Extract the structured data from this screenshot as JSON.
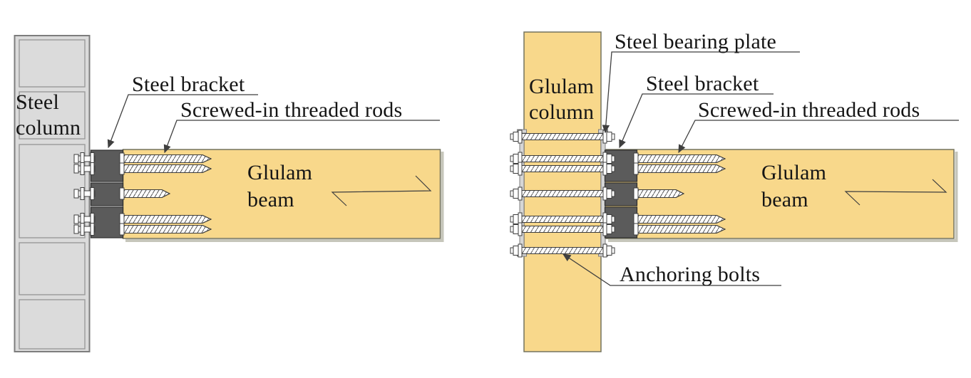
{
  "colors": {
    "beam": "#f8d88b",
    "steel": "#dbdbdb",
    "plate": "#d6d6d6",
    "bracket": "#5b5b5b",
    "bracket_outline": "#2e2e2e",
    "steel_outline": "#7d7d7d",
    "panel_outline": "#9a9a9a",
    "beam_outline": "#74735e",
    "shadow": "#c6c6bb",
    "outline": "#3c3c3c",
    "leader": "#3f3f3f",
    "label": "#151515"
  },
  "left_diagram": {
    "column_label": "Steel column",
    "bracket_label": "Steel bracket",
    "rods_label": "Screwed-in threaded rods",
    "beam_label": "Glulam beam"
  },
  "right_diagram": {
    "column_label": "Glulam column",
    "bearing_plate_label": "Steel bearing plate",
    "bracket_label": "Steel bracket",
    "rods_label": "Screwed-in threaded rods",
    "beam_label": "Glulam beam",
    "anchor_bolts_label": "Anchoring bolts"
  }
}
